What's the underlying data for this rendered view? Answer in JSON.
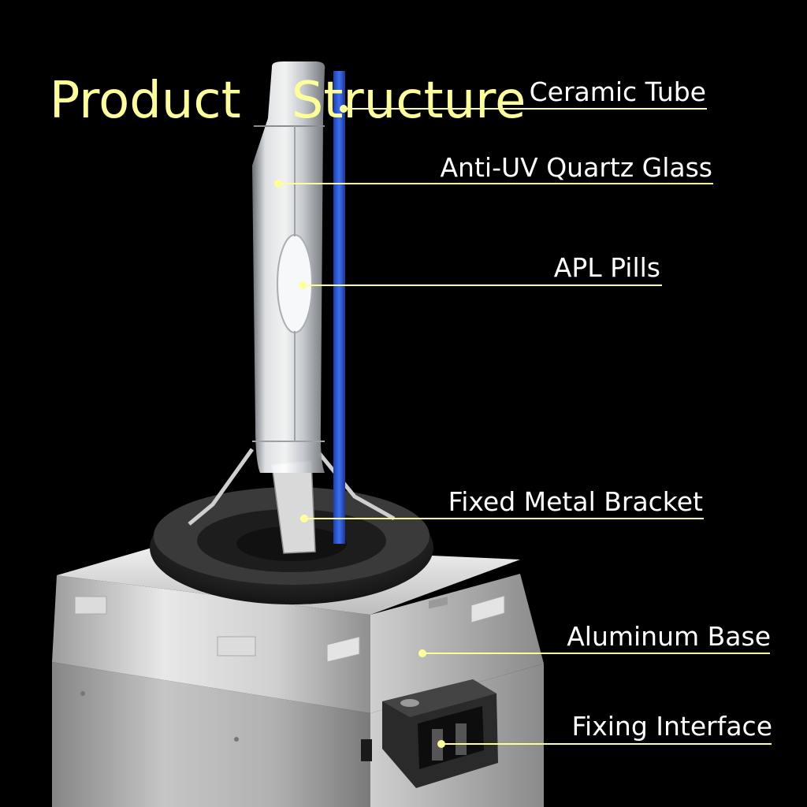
{
  "title": {
    "word1": "Product",
    "word2": "Structure"
  },
  "labels": {
    "ceramic_tube": "Ceramic Tube",
    "anti_uv_quartz_glass": "Anti-UV Quartz Glass",
    "apl_pills": "APL Pills",
    "fixed_metal_bracket": "Fixed Metal Bracket",
    "aluminum_base": "Aluminum Base",
    "fixing_interface": "Fixing Interface"
  },
  "colors": {
    "background": "#000000",
    "title": "#ffff99",
    "label_text": "#ffffff",
    "leader_line": "#ffff99",
    "ceramic_tube": "#2e5bd6",
    "base_metal": "#c8c8c8",
    "socket_ring": "#2a2a2a"
  }
}
